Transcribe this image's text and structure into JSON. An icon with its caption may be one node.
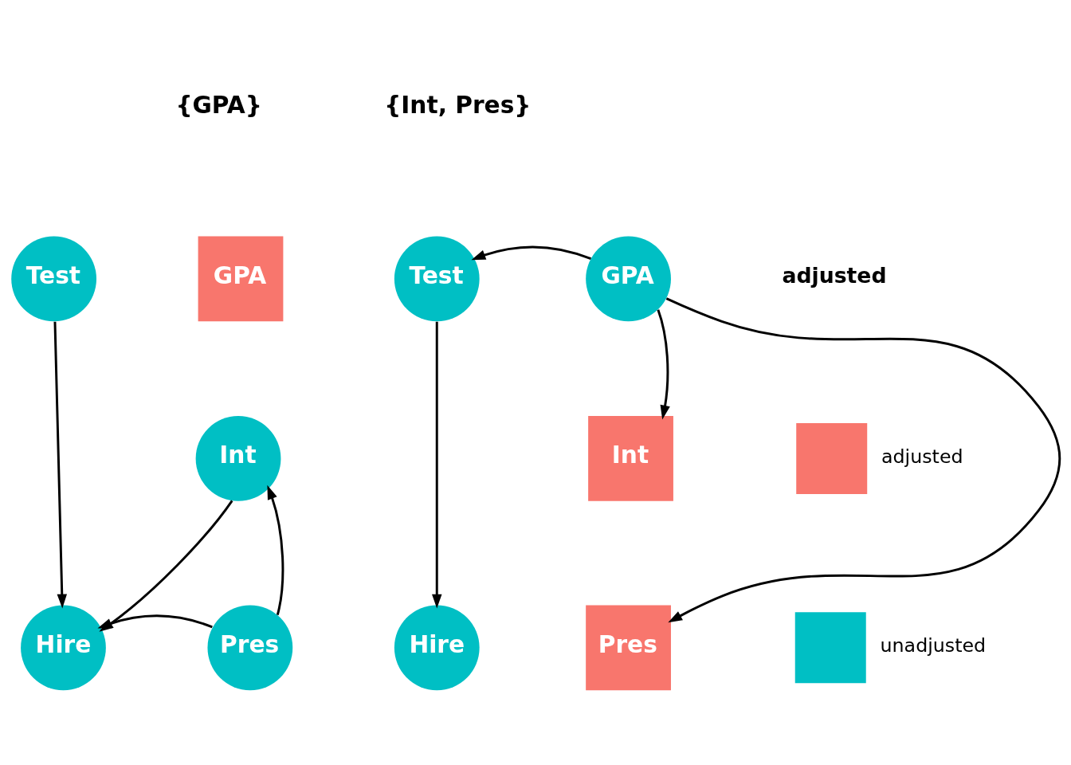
{
  "diagram": {
    "nodes": [
      {
        "text": [
          "Test"
        ]
      },
      {
        "text": [
          "GPA"
        ]
      },
      {
        "text": [
          "Int"
        ]
      },
      {
        "text": [
          "Hire"
        ]
      },
      {
        "text": [
          "Pres"
        ]
      },
      {
        "text": [
          "Test"
        ]
      },
      {
        "text": [
          "GPA"
        ]
      },
      {
        "text": [
          "Int"
        ]
      },
      {
        "text": [
          "Hire"
        ]
      },
      {
        "text": [
          "Pres"
        ]
      }
    ],
    "edges": [
      {
        "from": 0,
        "to": 3,
        "arrow": "to"
      },
      {
        "from": 2,
        "to": 3,
        "arrow": "to"
      },
      {
        "from": 4,
        "to": 2,
        "arrow": "to"
      },
      {
        "from": 4,
        "to": 3,
        "arrow": "to"
      },
      {
        "from": 6,
        "to": 5,
        "arrow": "to"
      },
      {
        "from": 5,
        "to": 8,
        "arrow": "to"
      },
      {
        "from": 6,
        "to": 7,
        "arrow": "to"
      },
      {
        "from": 6,
        "to": 9,
        "arrow": "to"
      }
    ],
    "labels": [
      "{GPA}",
      "{Int, Pres}",
      "adjusted"
    ],
    "legend": [
      {
        "text": "adjusted",
        "color": "#f8766d"
      },
      {
        "text": "unadjusted",
        "color": "#00bfc4"
      }
    ]
  }
}
